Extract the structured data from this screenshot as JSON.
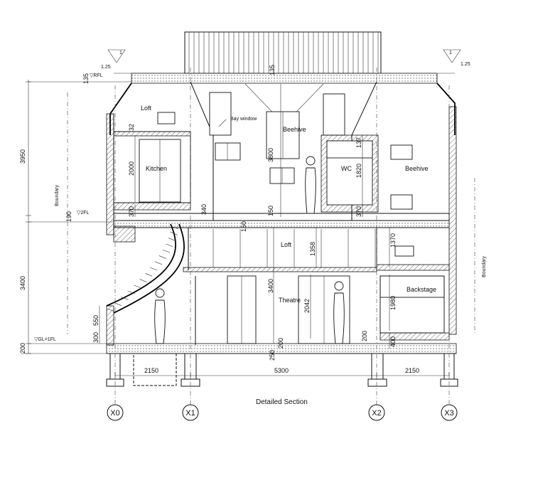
{
  "title": "Detailed Section",
  "rooms": {
    "loft_top": "Loft",
    "kitchen": "Kitchen",
    "beehive_center": "Beehive",
    "wc": "WC",
    "beehive_right": "Beehive",
    "loft_mid": "Loft",
    "theatre": "Theatre",
    "backstage": "Backstage"
  },
  "annotations": {
    "bay_window": "Bay window",
    "boundary_left": "Boundary",
    "boundary_right": "Boundary",
    "rfl": "▽RFL",
    "fl2": "▽2FL",
    "gl": "▽GL=1FL",
    "slope_left_num": "1",
    "slope_left_den": "1.25",
    "slope_right_num": "1",
    "slope_right_den": "1.25"
  },
  "dimensions": {
    "d135_left": "135",
    "d135_top": "135",
    "d3950": "3950",
    "d190": "190",
    "d3400_left": "3400",
    "d550": "550",
    "d300": "300",
    "d200_left": "200",
    "d32": "32",
    "d2000": "2000",
    "d370_left": "370",
    "d340": "340",
    "d150_a": "150",
    "d150_b": "150",
    "d3800": "3800",
    "d137": "137",
    "d1820": "1820",
    "d370_right": "370",
    "d1358": "1358",
    "d3400_mid": "3400",
    "d2042": "2042",
    "d200_mid": "200",
    "d250": "250",
    "d200_low": "200",
    "d1370": "1370",
    "d1980": "1980",
    "d400": "400",
    "d2150_left": "2150",
    "d5300": "5300",
    "d2150_right": "2150"
  },
  "grid": [
    "X0",
    "X1",
    "X2",
    "X3"
  ]
}
